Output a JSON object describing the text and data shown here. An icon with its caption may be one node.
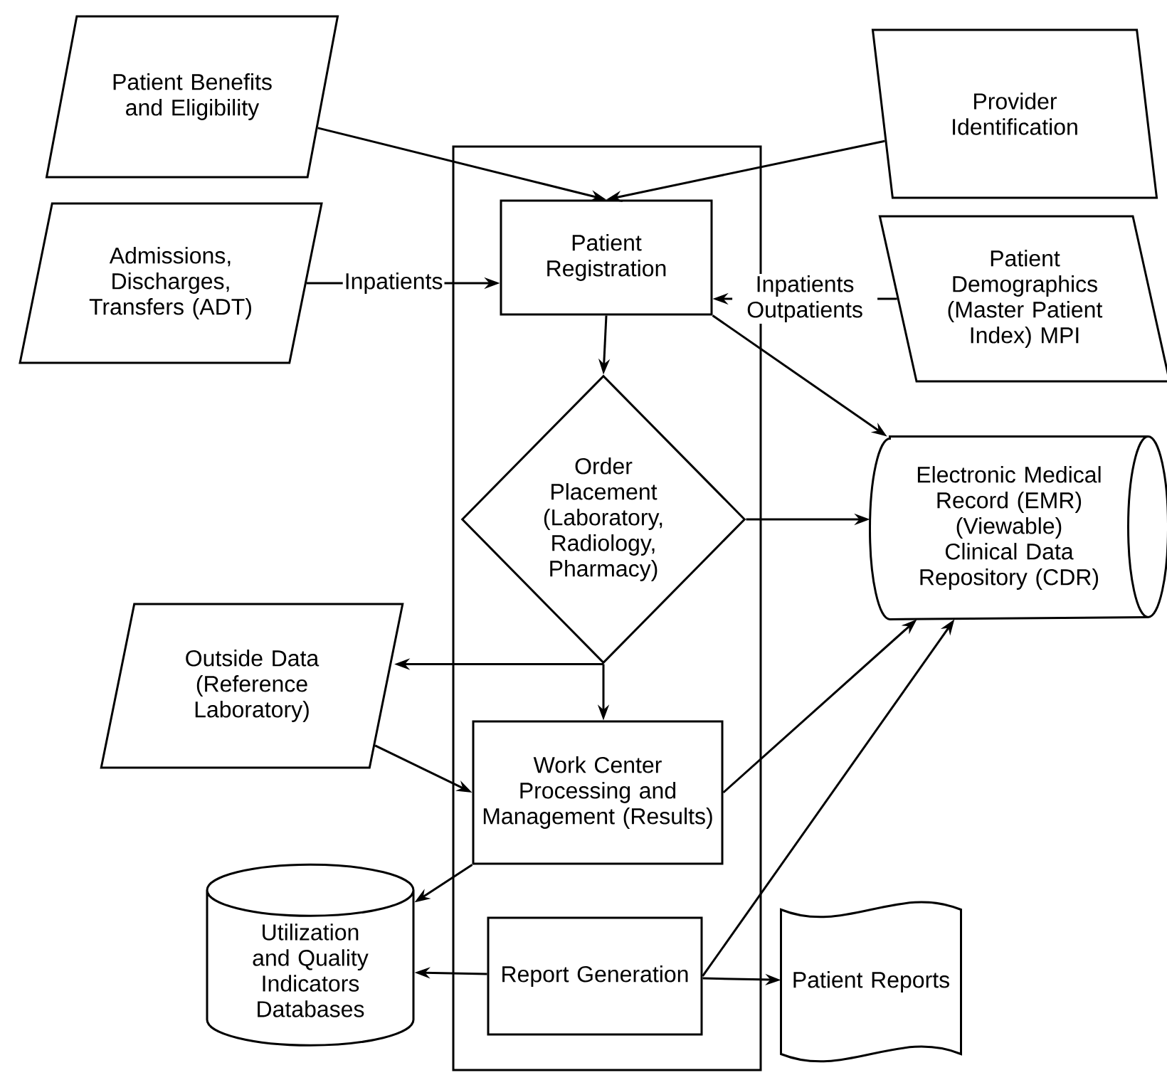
{
  "diagram": {
    "nodes": [
      {
        "text": [
          "Patient Benefits and Eligibility"
        ]
      },
      {
        "text": [
          "Provider Identification"
        ]
      },
      {
        "text": [],
        "shape": "box"
      },
      {
        "text": [
          "Admissions, Discharges, Transfers (ADT)"
        ]
      },
      {
        "text": [
          "Patient Registration"
        ],
        "in": 2
      },
      {
        "text": [
          "Patient Demographics (Master Patient Index) MPI"
        ]
      },
      {
        "text": [
          "Order Placement (Laboratory, Radiology, Pharmacy)"
        ],
        "in": 2
      },
      {
        "text": [
          "Electronic Medical Record (EMR) (Viewable) Clinical Data Repository (CDR)"
        ]
      },
      {
        "text": [
          "Outside Data (Reference Laboratory)"
        ]
      },
      {
        "text": [
          "Work Center Processing and Management (Results)"
        ],
        "in": 2
      },
      {
        "text": [
          "Utilization and Quality Indicators Databases"
        ]
      },
      {
        "text": [
          "Report Generation"
        ],
        "in": 2
      },
      {
        "text": [
          "Patient Reports"
        ]
      }
    ],
    "edges": [
      {
        "from": 0,
        "to": 4,
        "arrow": "to"
      },
      {
        "from": 1,
        "to": 4,
        "arrow": "to"
      },
      {
        "from": 3,
        "to": 4,
        "arrow": "to",
        "label": "Inpatients"
      },
      {
        "from": 5,
        "to": 4,
        "arrow": "to",
        "label": "Inpatients Outpatients"
      },
      {
        "from": 4,
        "to": 6,
        "arrow": "to"
      },
      {
        "from": 4,
        "to": 7,
        "arrow": "to"
      },
      {
        "from": 6,
        "to": 7,
        "arrow": "to"
      },
      {
        "from": 6,
        "to": 8,
        "arrow": "to"
      },
      {
        "from": 6,
        "to": 9,
        "arrow": "to"
      },
      {
        "from": 8,
        "to": 9,
        "arrow": "to"
      },
      {
        "from": 9,
        "to": 7,
        "arrow": "to"
      },
      {
        "from": 9,
        "to": 10,
        "arrow": "to"
      },
      {
        "from": 11,
        "to": 7,
        "arrow": "to"
      },
      {
        "from": 11,
        "to": 10,
        "arrow": "to"
      },
      {
        "from": 11,
        "to": 12,
        "arrow": "to"
      }
    ]
  }
}
